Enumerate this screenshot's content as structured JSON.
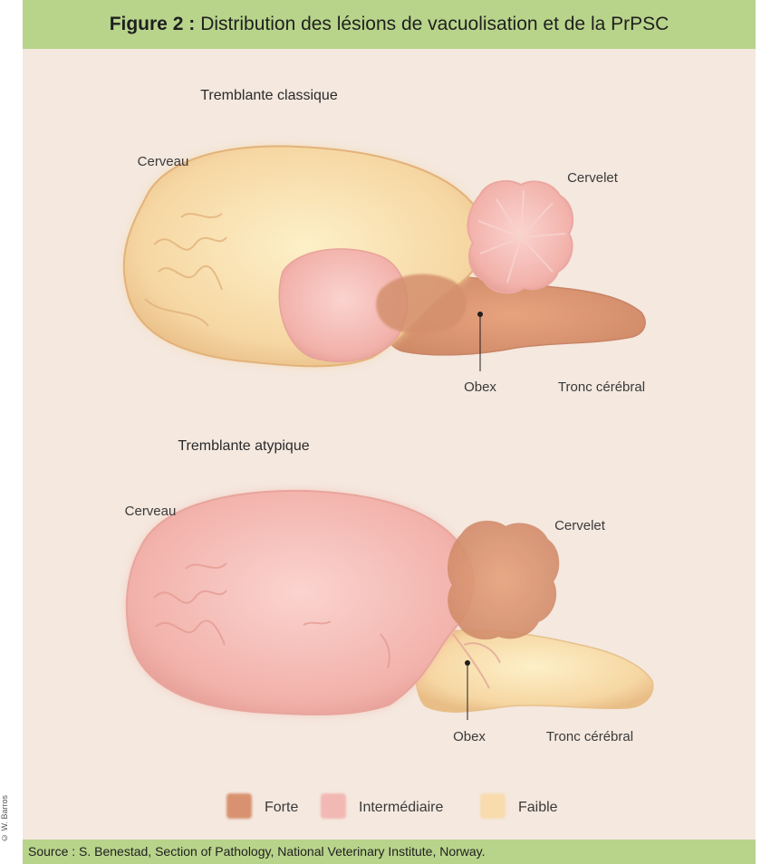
{
  "header": {
    "figure_label": "Figure 2 :",
    "title": "Distribution des lésions de vacuolisation et de la PrPSC"
  },
  "diagrams": [
    {
      "title": "Tremblante classique",
      "labels": {
        "cerveau": "Cerveau",
        "cervelet": "Cervelet",
        "obex": "Obex",
        "tronc": "Tronc cérébral"
      }
    },
    {
      "title": "Tremblante atypique",
      "labels": {
        "cerveau": "Cerveau",
        "cervelet": "Cervelet",
        "obex": "Obex",
        "tronc": "Tronc cérébral"
      }
    }
  ],
  "legend": [
    {
      "label": "Forte",
      "color": "#d89270"
    },
    {
      "label": "Intermédiaire",
      "color": "#f2b8b4"
    },
    {
      "label": "Faible",
      "color": "#f8dcae"
    }
  ],
  "footer": {
    "source": "Source : S. Benestad, Section of Pathology, National Veterinary Institute, Norway."
  },
  "credit": "© W. Barros",
  "colors": {
    "header_bg": "#b8d48b",
    "panel_bg": "#f4e8df"
  }
}
